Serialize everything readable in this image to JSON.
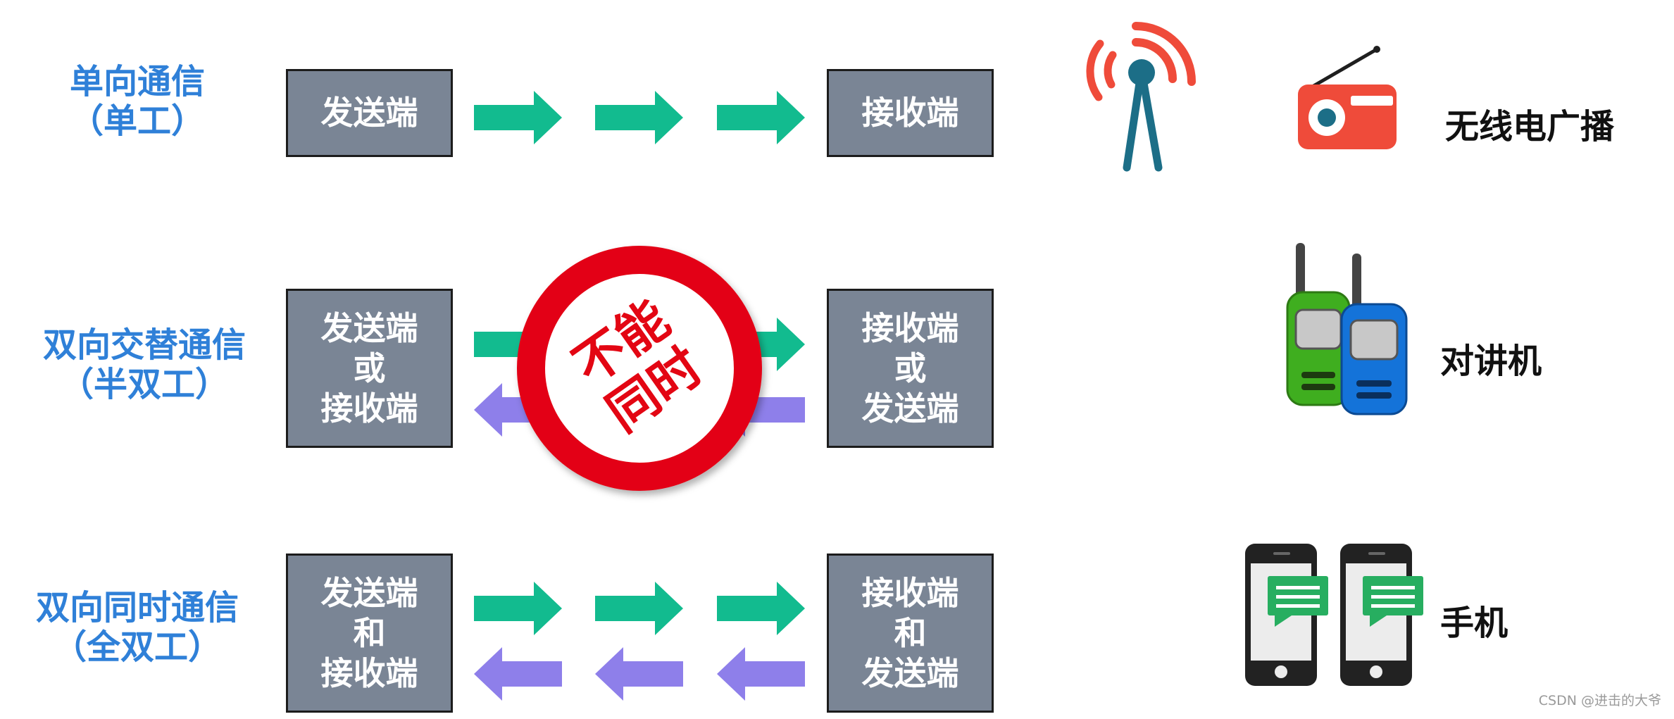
{
  "rows": [
    {
      "mode_line1": "单向通信",
      "mode_line2": "（单工）",
      "left_box": [
        "发送端"
      ],
      "right_box": [
        "接收端"
      ],
      "device": "无线电广播",
      "arrows": {
        "forward": 3,
        "backward": 0
      }
    },
    {
      "mode_line1": "双向交替通信",
      "mode_line2": "（半双工）",
      "left_box": [
        "发送端",
        "或",
        "接收端"
      ],
      "right_box": [
        "接收端",
        "或",
        "发送端"
      ],
      "device": "对讲机",
      "arrows": {
        "forward": 3,
        "backward": 3
      }
    },
    {
      "mode_line1": "双向同时通信",
      "mode_line2": "（全双工）",
      "left_box": [
        "发送端",
        "和",
        "接收端"
      ],
      "right_box": [
        "接收端",
        "和",
        "发送端"
      ],
      "device": "手机",
      "arrows": {
        "forward": 3,
        "backward": 3
      }
    }
  ],
  "stamp": {
    "line1": "不能",
    "line2": "同时"
  },
  "watermark": "CSDN @进击的大爷",
  "colors": {
    "mode_text": "#2f80d8",
    "box_fill": "#7a8595",
    "forward_arrow": "#12bb8f",
    "backward_arrow": "#8e7fea",
    "stamp": "#e30613",
    "radio": "#ef4b3a",
    "antenna": "#1c6e87"
  },
  "icons": [
    "antenna-tower-icon",
    "radio-icon",
    "walkie-talkie-icon",
    "smartphone-chat-icon"
  ]
}
